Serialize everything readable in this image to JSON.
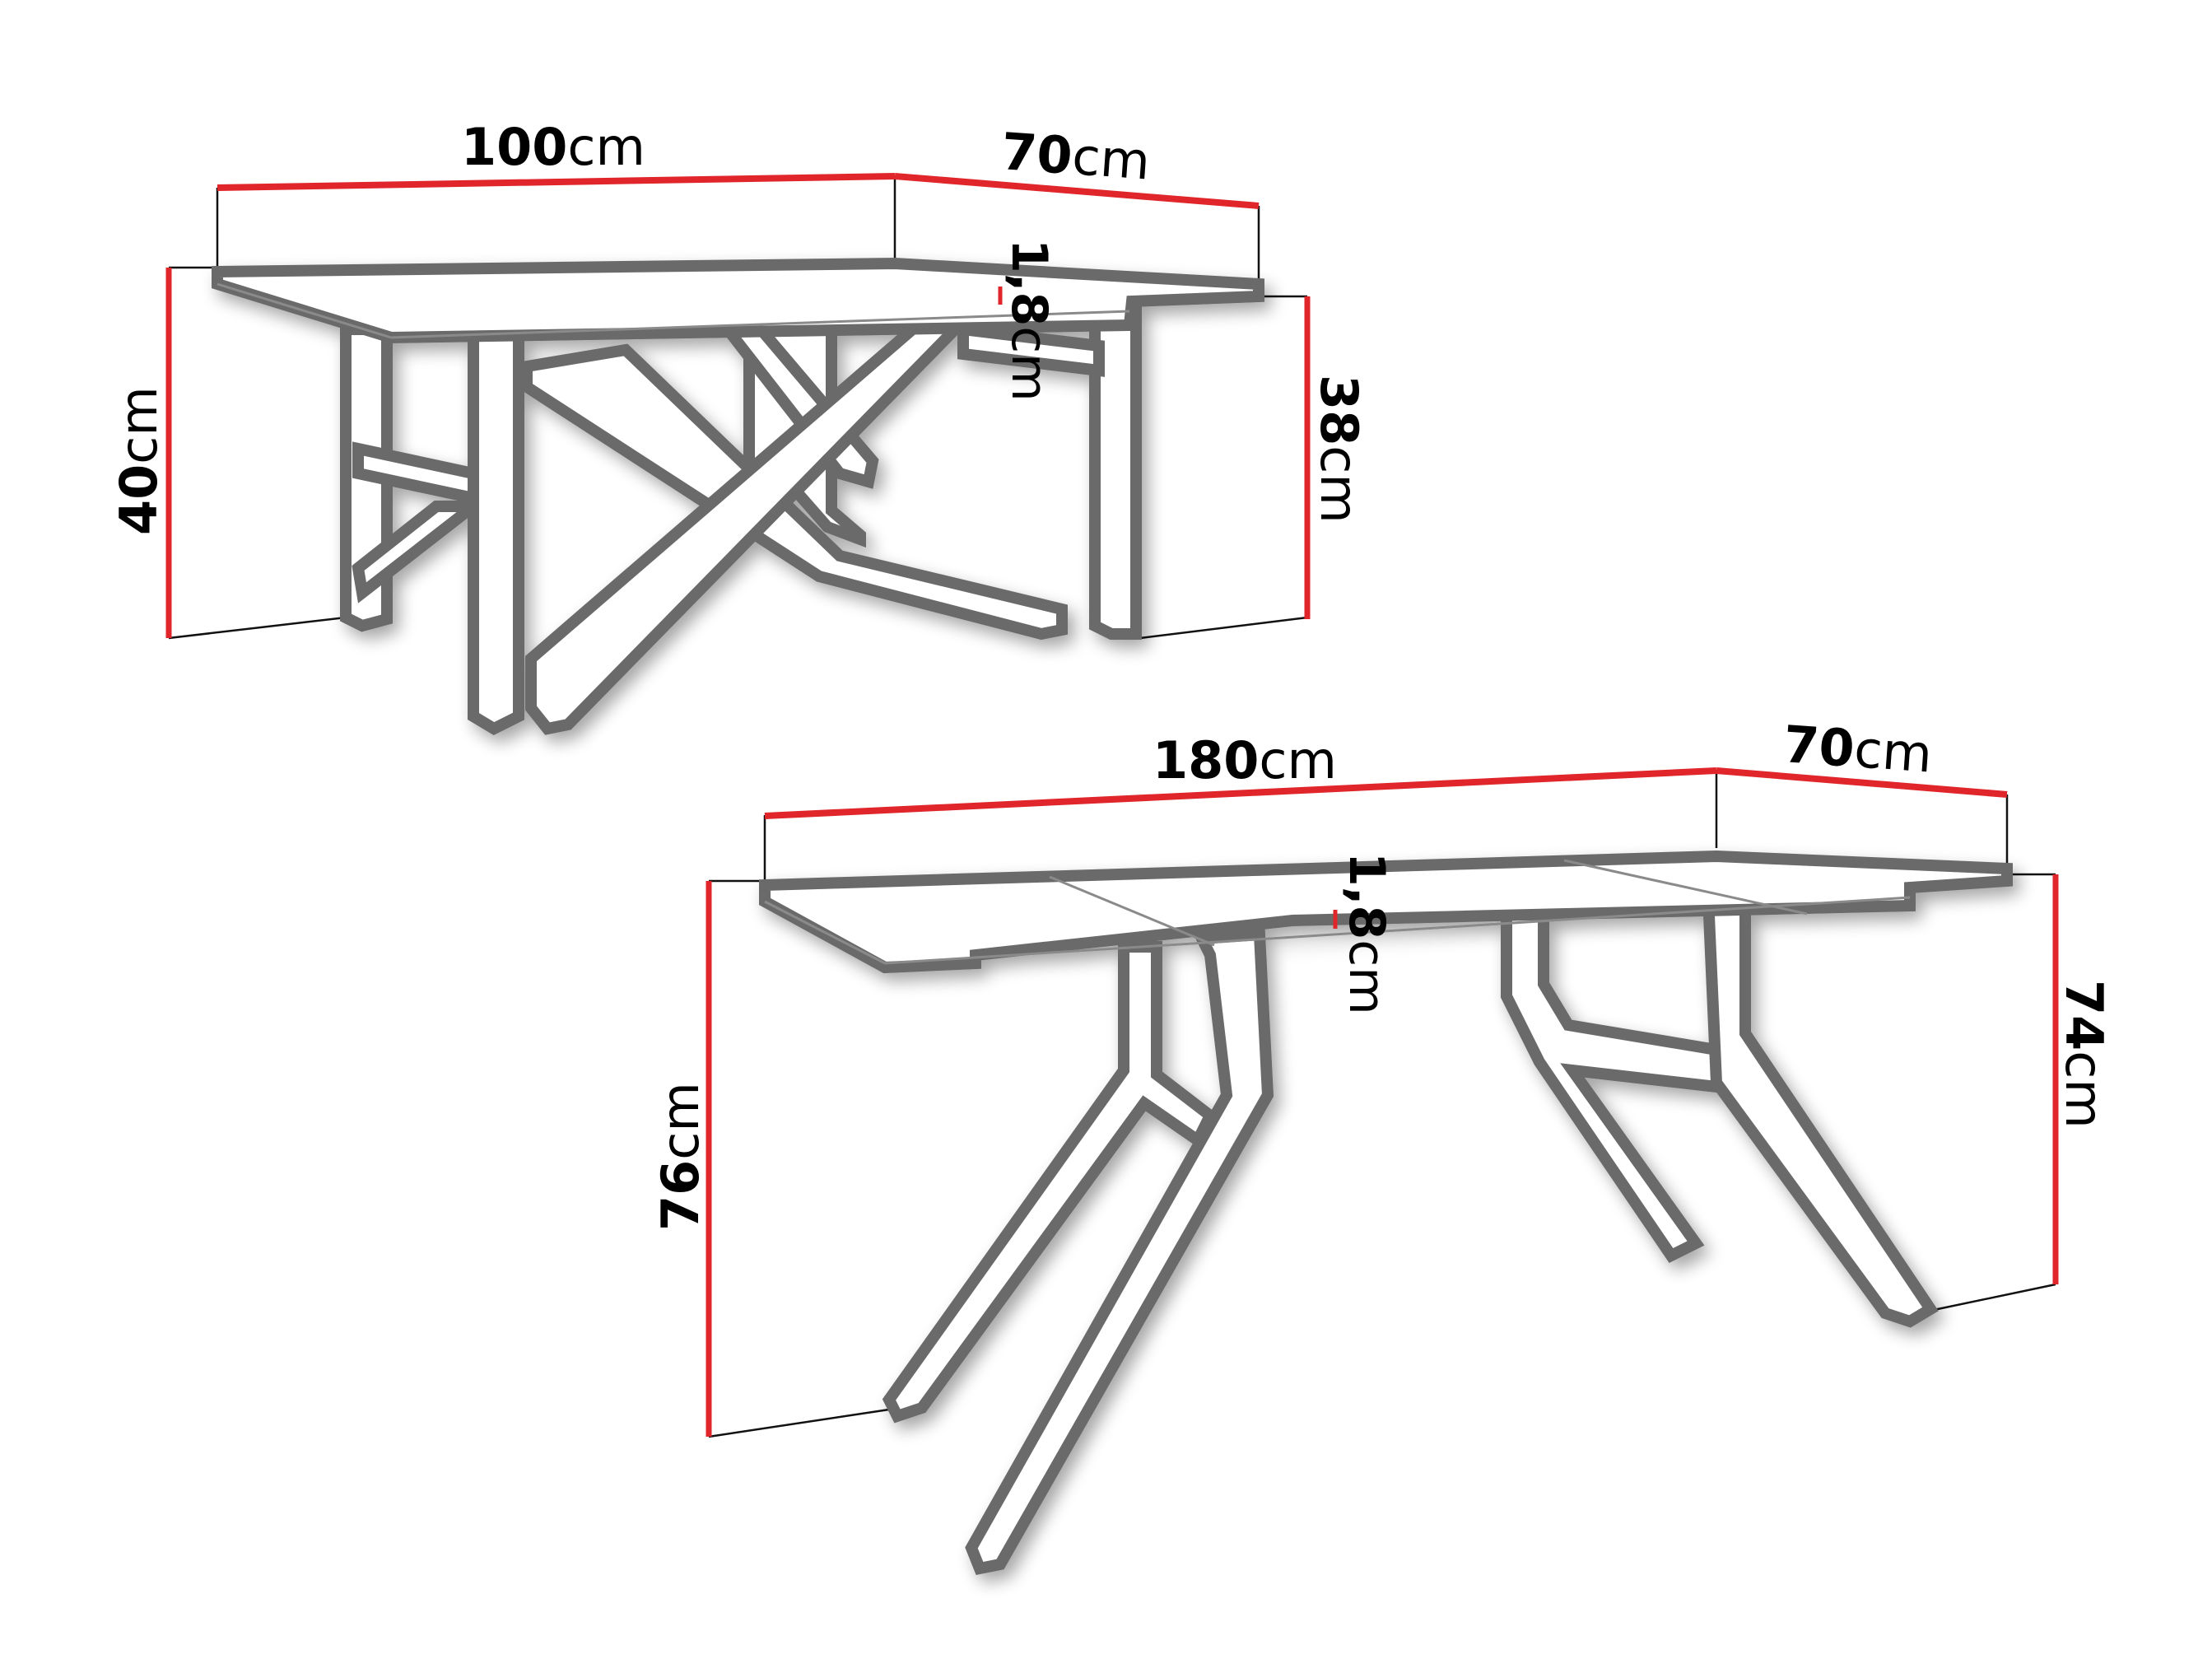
{
  "diagram": {
    "subject": "Extendable table dimensions",
    "colors": {
      "dimension_line": "#e0262b",
      "outline": "#6b6b6b",
      "extension_line": "#111111",
      "background": "#ffffff"
    },
    "closed_table": {
      "width": {
        "value": "100",
        "unit": "cm"
      },
      "depth": {
        "value": "70",
        "unit": "cm"
      },
      "top_thickness": {
        "value": "1,8",
        "unit": "cm"
      },
      "total_height": {
        "value": "40",
        "unit": "cm"
      },
      "leg_height": {
        "value": "38",
        "unit": "cm"
      }
    },
    "extended_table": {
      "width": {
        "value": "180",
        "unit": "cm"
      },
      "depth": {
        "value": "70",
        "unit": "cm"
      },
      "top_thickness": {
        "value": "1,8",
        "unit": "cm"
      },
      "total_height": {
        "value": "76",
        "unit": "cm"
      },
      "leg_height": {
        "value": "74",
        "unit": "cm"
      }
    }
  }
}
